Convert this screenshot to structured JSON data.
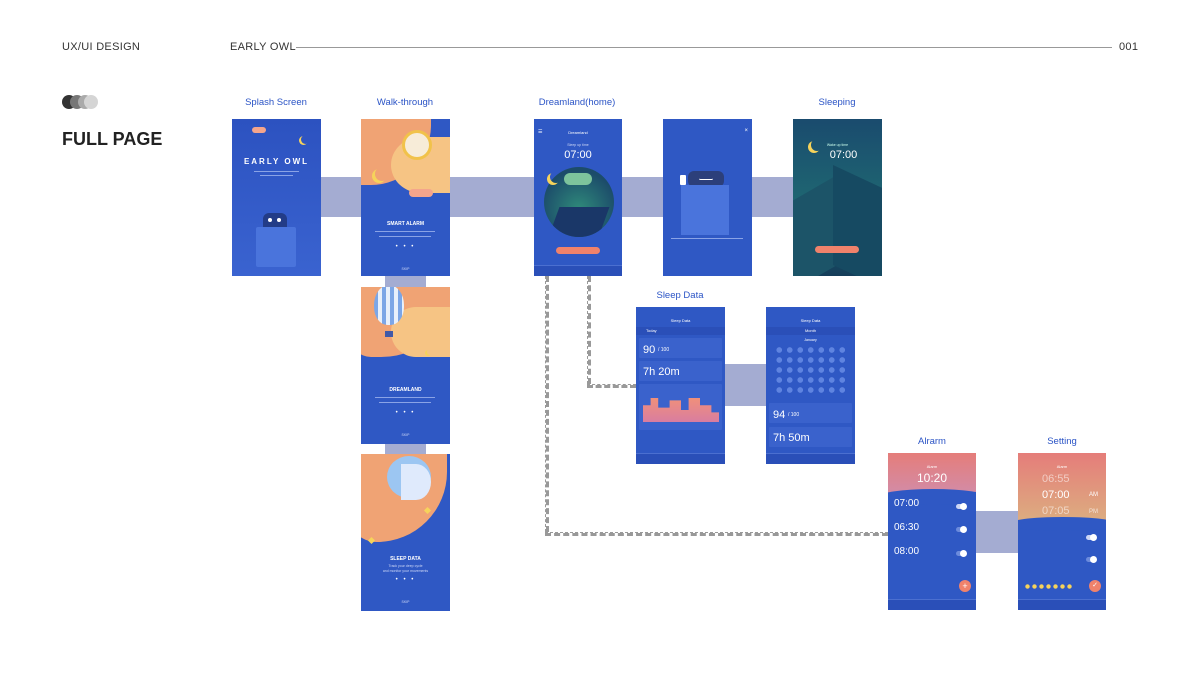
{
  "header": {
    "left": "UX/UI DESIGN",
    "project": "EARLY OWL",
    "page_number": "001"
  },
  "page_title": "FULL PAGE",
  "sections": {
    "splash": "Splash Screen",
    "walkthrough": "Walk-through",
    "dreamland": "Dreamland(home)",
    "sleeping": "Sleeping",
    "sleep_data": "Sleep Data",
    "alarm": "Alrarm",
    "setting": "Setting"
  },
  "screens": {
    "splash": {
      "logo": "EARLY OWL"
    },
    "walk1": {
      "title": "SMART ALARM",
      "skip": "SKIP"
    },
    "walk2": {
      "title": "DREAMLAND",
      "skip": "SKIP"
    },
    "walk3": {
      "title": "SLEEP DATA",
      "line1": "Track your deep cycle",
      "line2": "and monitor your movements",
      "skip": "SKIP"
    },
    "home": {
      "nav": "Dreamland",
      "label": "Sleep up time",
      "time": "07:00"
    },
    "sleeping": {
      "label": "Wake up time",
      "time": "07:00"
    },
    "sleepdata1": {
      "nav": "Sleep Data",
      "tab": "Today",
      "score": "90",
      "score_max": "/ 100",
      "duration": "7h 20m"
    },
    "sleepdata2": {
      "nav": "Sleep Data",
      "tab": "Month",
      "month": "January",
      "score": "94",
      "score_max": "/ 100",
      "duration": "7h 50m"
    },
    "alarm": {
      "nav": "Alarm",
      "current": "10:20",
      "alarms": [
        "07:00",
        "06:30",
        "08:00"
      ]
    },
    "setting": {
      "nav": "Alarm",
      "times": [
        "06:55",
        "07:00",
        "07:05"
      ],
      "am": "AM",
      "pm": "PM"
    }
  },
  "colors": {
    "primary": "#2f58c4",
    "accent": "#f0826b",
    "connector": "#a4acd2"
  }
}
